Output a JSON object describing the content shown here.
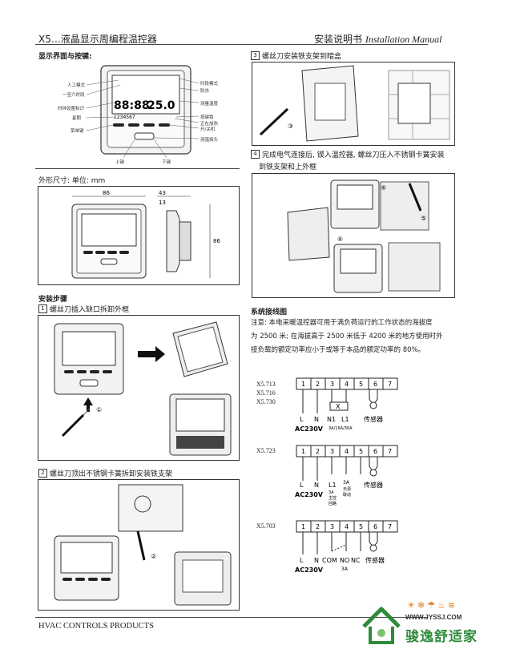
{
  "header": {
    "left": "X5…液晶显示周编程温控器",
    "right_cn": "安装说明书",
    "right_en": "Installation Manual"
  },
  "display": {
    "title": "显示界面与按键:",
    "lcd_time": "88:88",
    "lcd_temp": "25.0",
    "lcd_days": "1234567",
    "left_labels": [
      "人工模式",
      "一至六时段",
      "时钟设置标识",
      "星期",
      "菜单键"
    ],
    "right_labels": [
      "时段模式",
      "防冻",
      "测量温度",
      "按键锁",
      "正在加热",
      "开/关机",
      "测温探头"
    ],
    "bottom_labels": [
      "上键",
      "下键"
    ]
  },
  "dimensions": {
    "title": "外形尺寸: 单位: mm",
    "width": "86",
    "depth": "43",
    "depth2": "13",
    "height": "86"
  },
  "install": {
    "title": "安装步骤",
    "step1": {
      "num": "1",
      "text": "螺丝刀插入缺口拆卸外框",
      "mark": "①"
    },
    "step2": {
      "num": "2",
      "text": "螺丝刀顶出不锈钢卡簧拆卸安装铁支架",
      "mark": "②"
    },
    "step3": {
      "num": "3",
      "text": "螺丝刀安装铁支架到暗盒",
      "mark": "③"
    },
    "step4": {
      "num": "4",
      "text_line1": "完成电气连接后, 锲入温控器, 螺丝刀压入不锈钢卡簧安装",
      "text_line2": "到铁支架和上外框",
      "marks": [
        "④",
        "⑤",
        "⑥"
      ]
    }
  },
  "wiring": {
    "title": "系统接线图",
    "note_lines": [
      "注意: 本电采暖温控器可用于满负荷运行的工作状态的海拔度",
      "为 2500 米; 在海拔高于 2500 米低于 4200 米的地方使用时外",
      "接负载的额定功率应小于或等于本品的额定功率的 80%。"
    ],
    "terminals": [
      "1",
      "2",
      "3",
      "4",
      "5",
      "6",
      "7"
    ],
    "d1": {
      "models": [
        "X5.713",
        "X5.716",
        "X5.730"
      ],
      "labels": [
        "L",
        "N",
        "N1",
        "L1"
      ],
      "supply": "AC230V",
      "rating": "3A/16A/30A",
      "sensor": "传感器",
      "x_mark": "X"
    },
    "d2": {
      "models": [
        "X5.723"
      ],
      "labels": [
        "L",
        "N",
        "L1",
        "3A"
      ],
      "supply": "AC230V",
      "sub1": "3A",
      "sub2": "主控",
      "sub3": "回路",
      "sub4": "无源",
      "sub5": "联动",
      "sensor": "传感器"
    },
    "d3": {
      "models": [
        "X5.703"
      ],
      "labels": [
        "L",
        "N",
        "COM",
        "NO",
        "NC"
      ],
      "supply": "AC230V",
      "rating": "3A",
      "sensor": "传感器"
    }
  },
  "footer": "HVAC CONTROLS PRODUCTS",
  "brand": {
    "url": "WWW.JYSSJ.COM",
    "name": "骏逸舒适家"
  }
}
